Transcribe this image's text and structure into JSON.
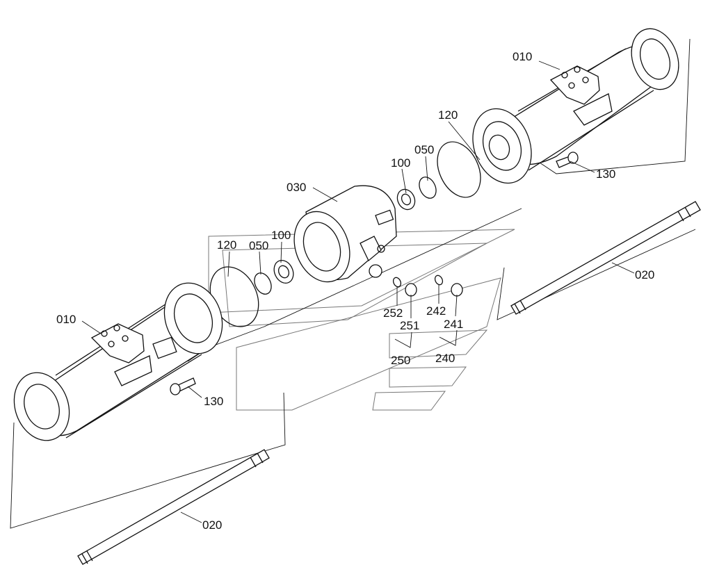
{
  "callouts": {
    "p010_top": "010",
    "p010_bottom": "010",
    "p020_right": "020",
    "p020_left": "020",
    "p030": "030",
    "p050_right": "050",
    "p050_left": "050",
    "p100_right": "100",
    "p100_left": "100",
    "p120_right": "120",
    "p120_left": "120",
    "p130_right": "130",
    "p130_left": "130",
    "p240": "240",
    "p241": "241",
    "p242": "242",
    "p250": "250",
    "p251": "251",
    "p252": "252"
  }
}
